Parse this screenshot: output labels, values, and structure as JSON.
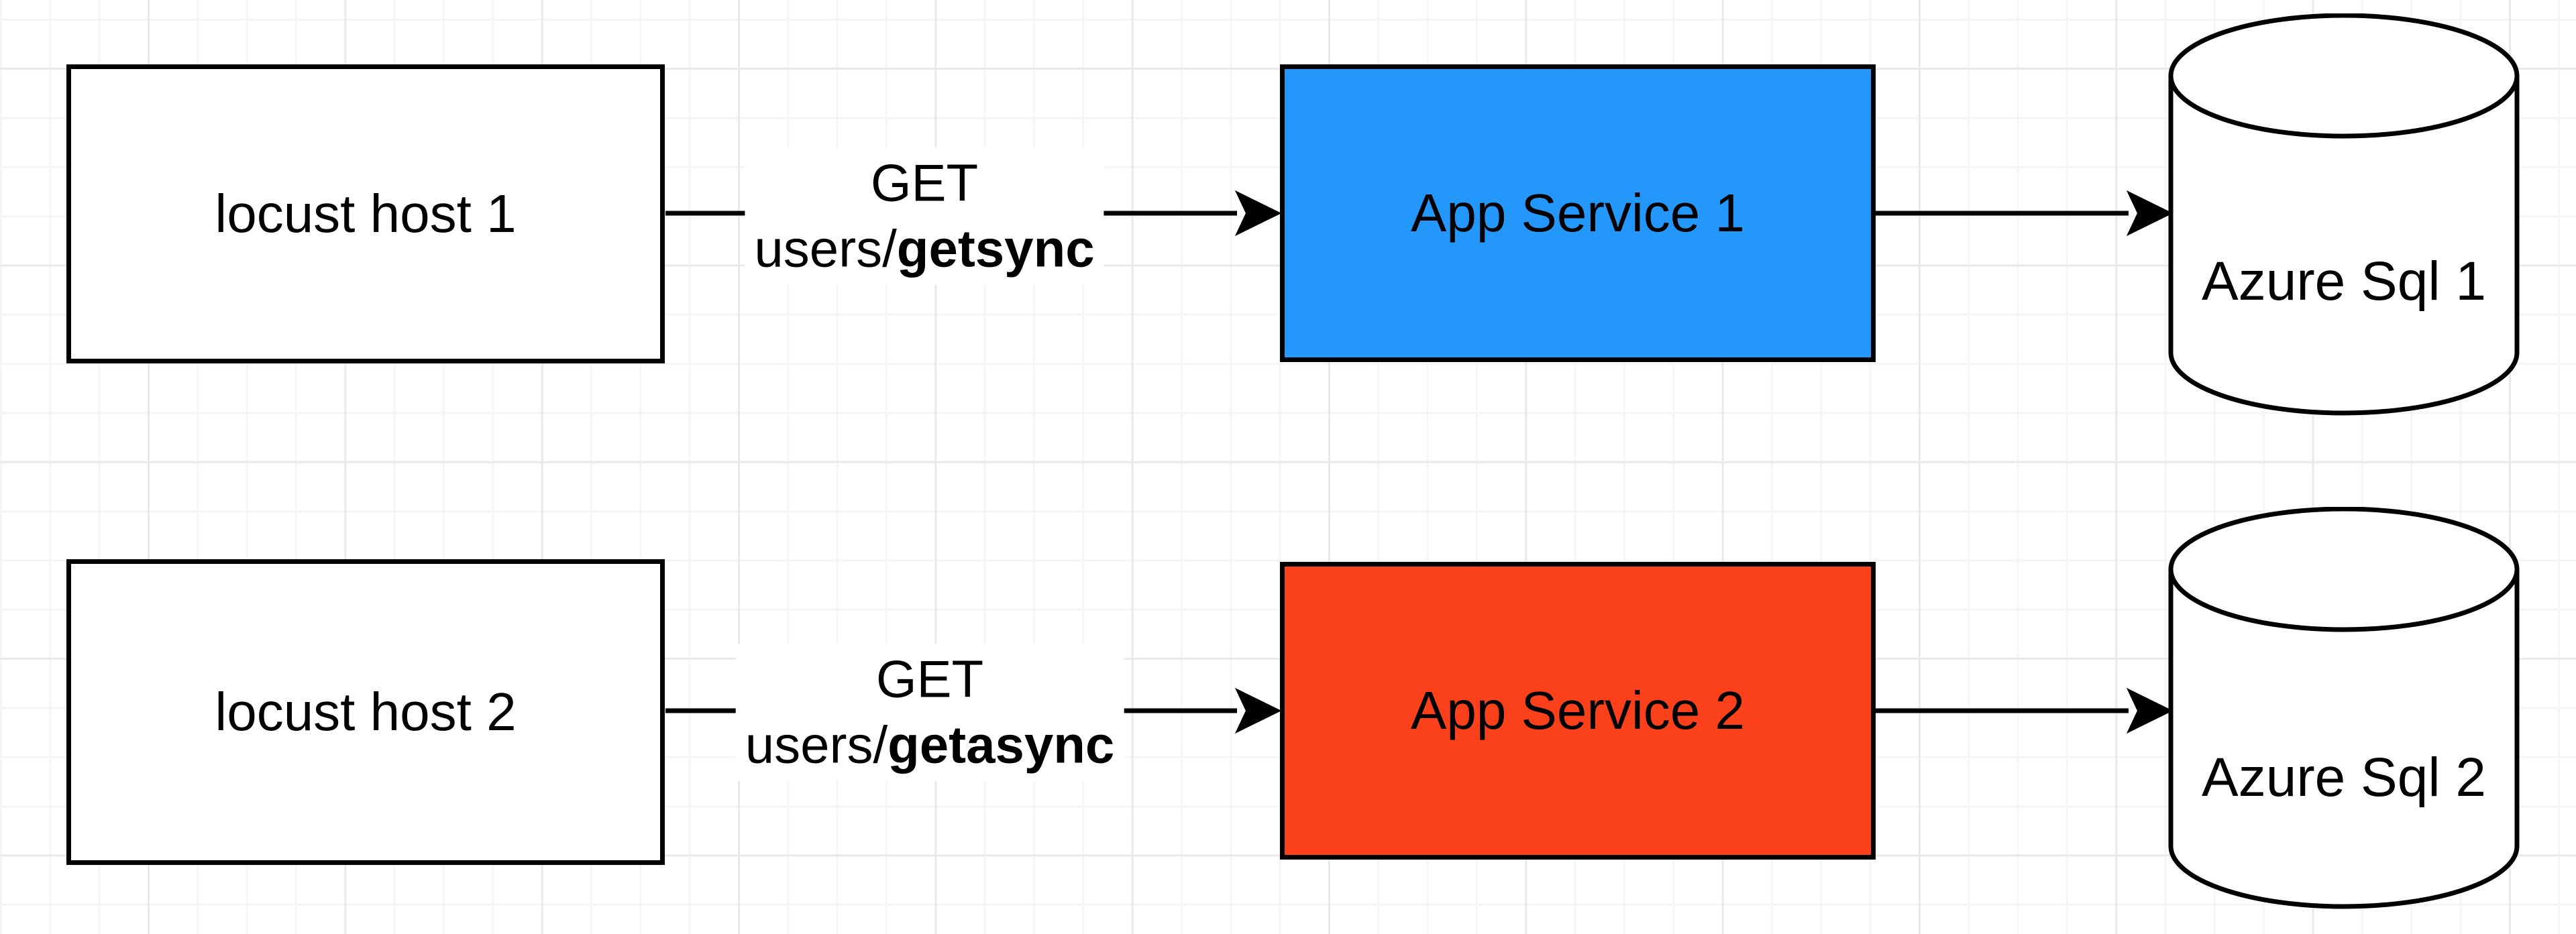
{
  "diagram": {
    "canvas_background": "#ffffff",
    "stroke_color": "#000000",
    "grid": {
      "minor_color": "#f5f5f6",
      "major_color": "#e9e9ea"
    },
    "rows": [
      {
        "host": {
          "label": "locust host 1",
          "fill": "#ffffff"
        },
        "request": {
          "method": "GET",
          "path_prefix": "users/",
          "path_bold": "getsync"
        },
        "service": {
          "label": "App Service 1",
          "fill": "#2397FA"
        },
        "database": {
          "label": "Azure Sql 1",
          "fill": "#ffffff"
        }
      },
      {
        "host": {
          "label": "locust host 2",
          "fill": "#ffffff"
        },
        "request": {
          "method": "GET",
          "path_prefix": "users/",
          "path_bold": "getasync"
        },
        "service": {
          "label": "App Service 2",
          "fill": "#FA411C"
        },
        "database": {
          "label": "Azure Sql 2",
          "fill": "#ffffff"
        }
      }
    ]
  }
}
